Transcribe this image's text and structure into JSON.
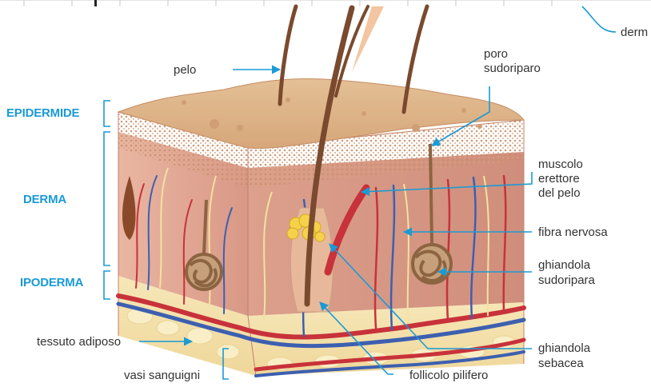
{
  "sections": {
    "epidermide": "EPIDERMIDE",
    "derma": "DERMA",
    "ipoderma": "IPODERMA"
  },
  "labels": {
    "pelo": "pelo",
    "poro_line1": "poro",
    "poro_line2": "sudoriparo",
    "muscolo_line1": "muscolo",
    "muscolo_line2": "erettore",
    "muscolo_line3": "del pelo",
    "fibra": "fibra nervosa",
    "ghiandola_sud_line1": "ghiandola",
    "ghiandola_sud_line2": "sudoripara",
    "tessuto": "tessuto adiposo",
    "vasi": "vasi sanguigni",
    "follicolo": "follicolo pilifero",
    "ghiandola_seb_line1": "ghiandola",
    "ghiandola_seb_line2": "sebacea",
    "derm_cut": "derm"
  },
  "colors": {
    "accent": "#1a9ad6",
    "skin_surface": "#e8c49a",
    "dermis": "#e7b4a0",
    "fat": "#f4e4b0",
    "artery": "#c8323a",
    "vein": "#3d5fb0",
    "hair": "#7a4a2e"
  }
}
